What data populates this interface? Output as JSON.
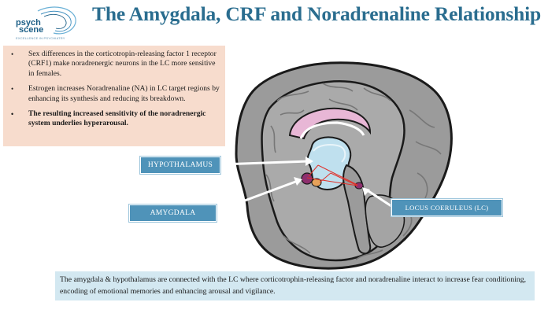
{
  "logo": {
    "line1": "psych",
    "line2": "scene",
    "tagline": "EXCELLENCE IN PSYCHIATRY"
  },
  "title": "The Amygdala, CRF and Noradrenaline Relationship",
  "bullets": [
    "Sex differences in the corticotropin-releasing factor 1 receptor (CRF1) make noradrenergic neurons in the LC more sensitive in females.",
    "Estrogen increases Noradrenaline (NA) in LC target regions by enhancing its synthesis and reducing its breakdown.",
    "The resulting increased sensitivity of the noradrenergic system underlies hyperarousal."
  ],
  "labels": {
    "hypothalamus": "HYPOTHALAMUS",
    "amygdala": "AMYGDALA",
    "locus_coeruleus": "LOCUS COERULEUS (LC)"
  },
  "caption": "The amygdala & hypothalamus are connected with the LC where corticotrophin-releasing factor and noradrenaline interact to increase fear conditioning, encoding of emotional memories and enhancing arousal and vigilance.",
  "colors": {
    "title": "#2a6d8f",
    "bullet_bg": "#f7dccd",
    "caption_bg": "#d3e8f1",
    "label_bg": "#4f93b9",
    "brain_gray": "#9b9b9b",
    "hypothalamus_blue": "#bfe0ee",
    "amygdala_purple": "#8e2f6e",
    "corpus_pink": "#e8b7d6",
    "pathway_red": "#e0322b"
  }
}
